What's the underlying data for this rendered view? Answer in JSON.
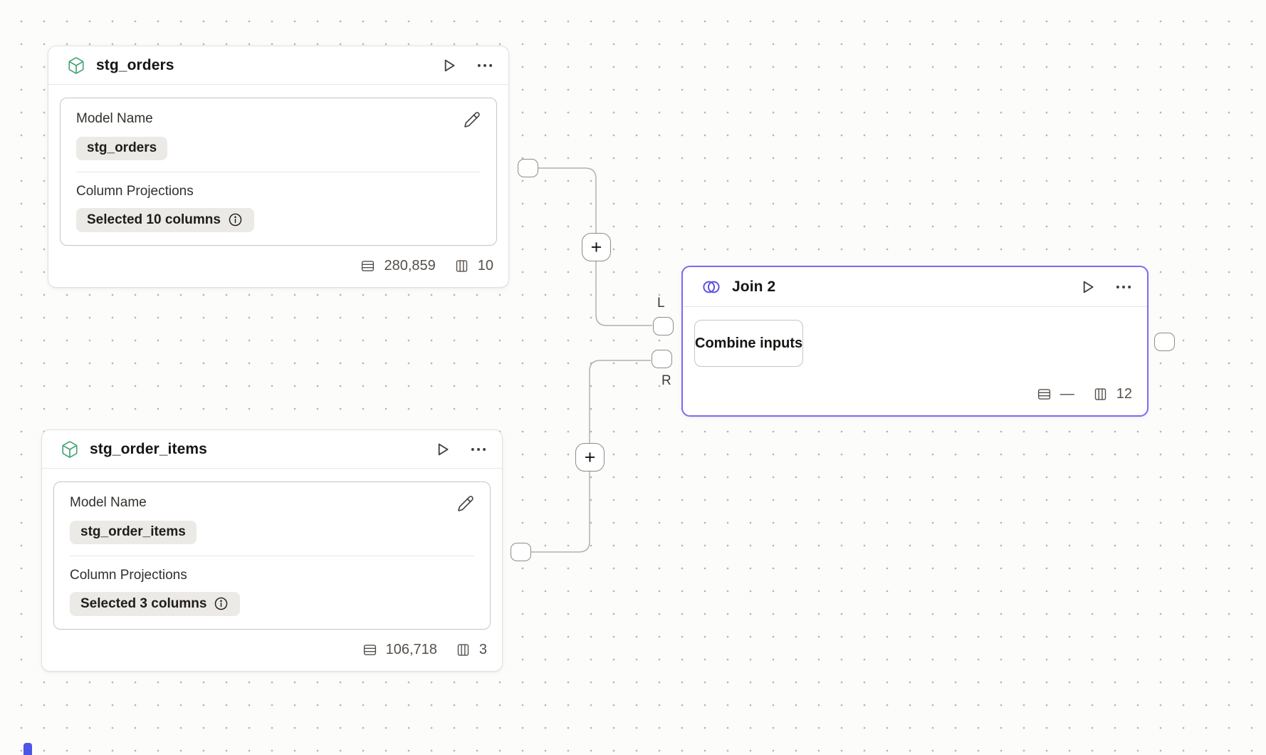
{
  "nodes": {
    "stg_orders": {
      "title": "stg_orders",
      "model_name": {
        "label": "Model Name",
        "value": "stg_orders"
      },
      "column_projections": {
        "label": "Column Projections",
        "value": "Selected 10 columns"
      },
      "stats": {
        "rows": "280,859",
        "columns": "10"
      }
    },
    "stg_order_items": {
      "title": "stg_order_items",
      "model_name": {
        "label": "Model Name",
        "value": "stg_order_items"
      },
      "column_projections": {
        "label": "Column Projections",
        "value": "Selected 3 columns"
      },
      "stats": {
        "rows": "106,718",
        "columns": "3"
      }
    },
    "join": {
      "title": "Join 2",
      "action_label": "Combine inputs",
      "ports": {
        "left": "L",
        "right": "R"
      },
      "stats": {
        "rows": "—",
        "columns": "12"
      }
    }
  },
  "controls": {
    "add_step_label": "+"
  },
  "icons": {
    "model": "box-icon",
    "join": "venn-circles-icon",
    "run": "play-icon",
    "menu": "ellipsis-icon",
    "edit": "pencil-icon",
    "info": "info-icon",
    "row_count": "table-rows-icon",
    "column_count": "table-columns-icon"
  },
  "colors": {
    "canvas_background": "#fcfcfb",
    "grid_dot": "#b7b5b2",
    "edge": "#b3b0ac",
    "selected_node_border": "#7b6cf3",
    "model_icon_green": "#3fa372",
    "join_icon_purple": "#5b51e0",
    "pill_background": "#eceae7",
    "footer_text": "#544f4a",
    "clipped_element_blue": "#4c55e6"
  }
}
